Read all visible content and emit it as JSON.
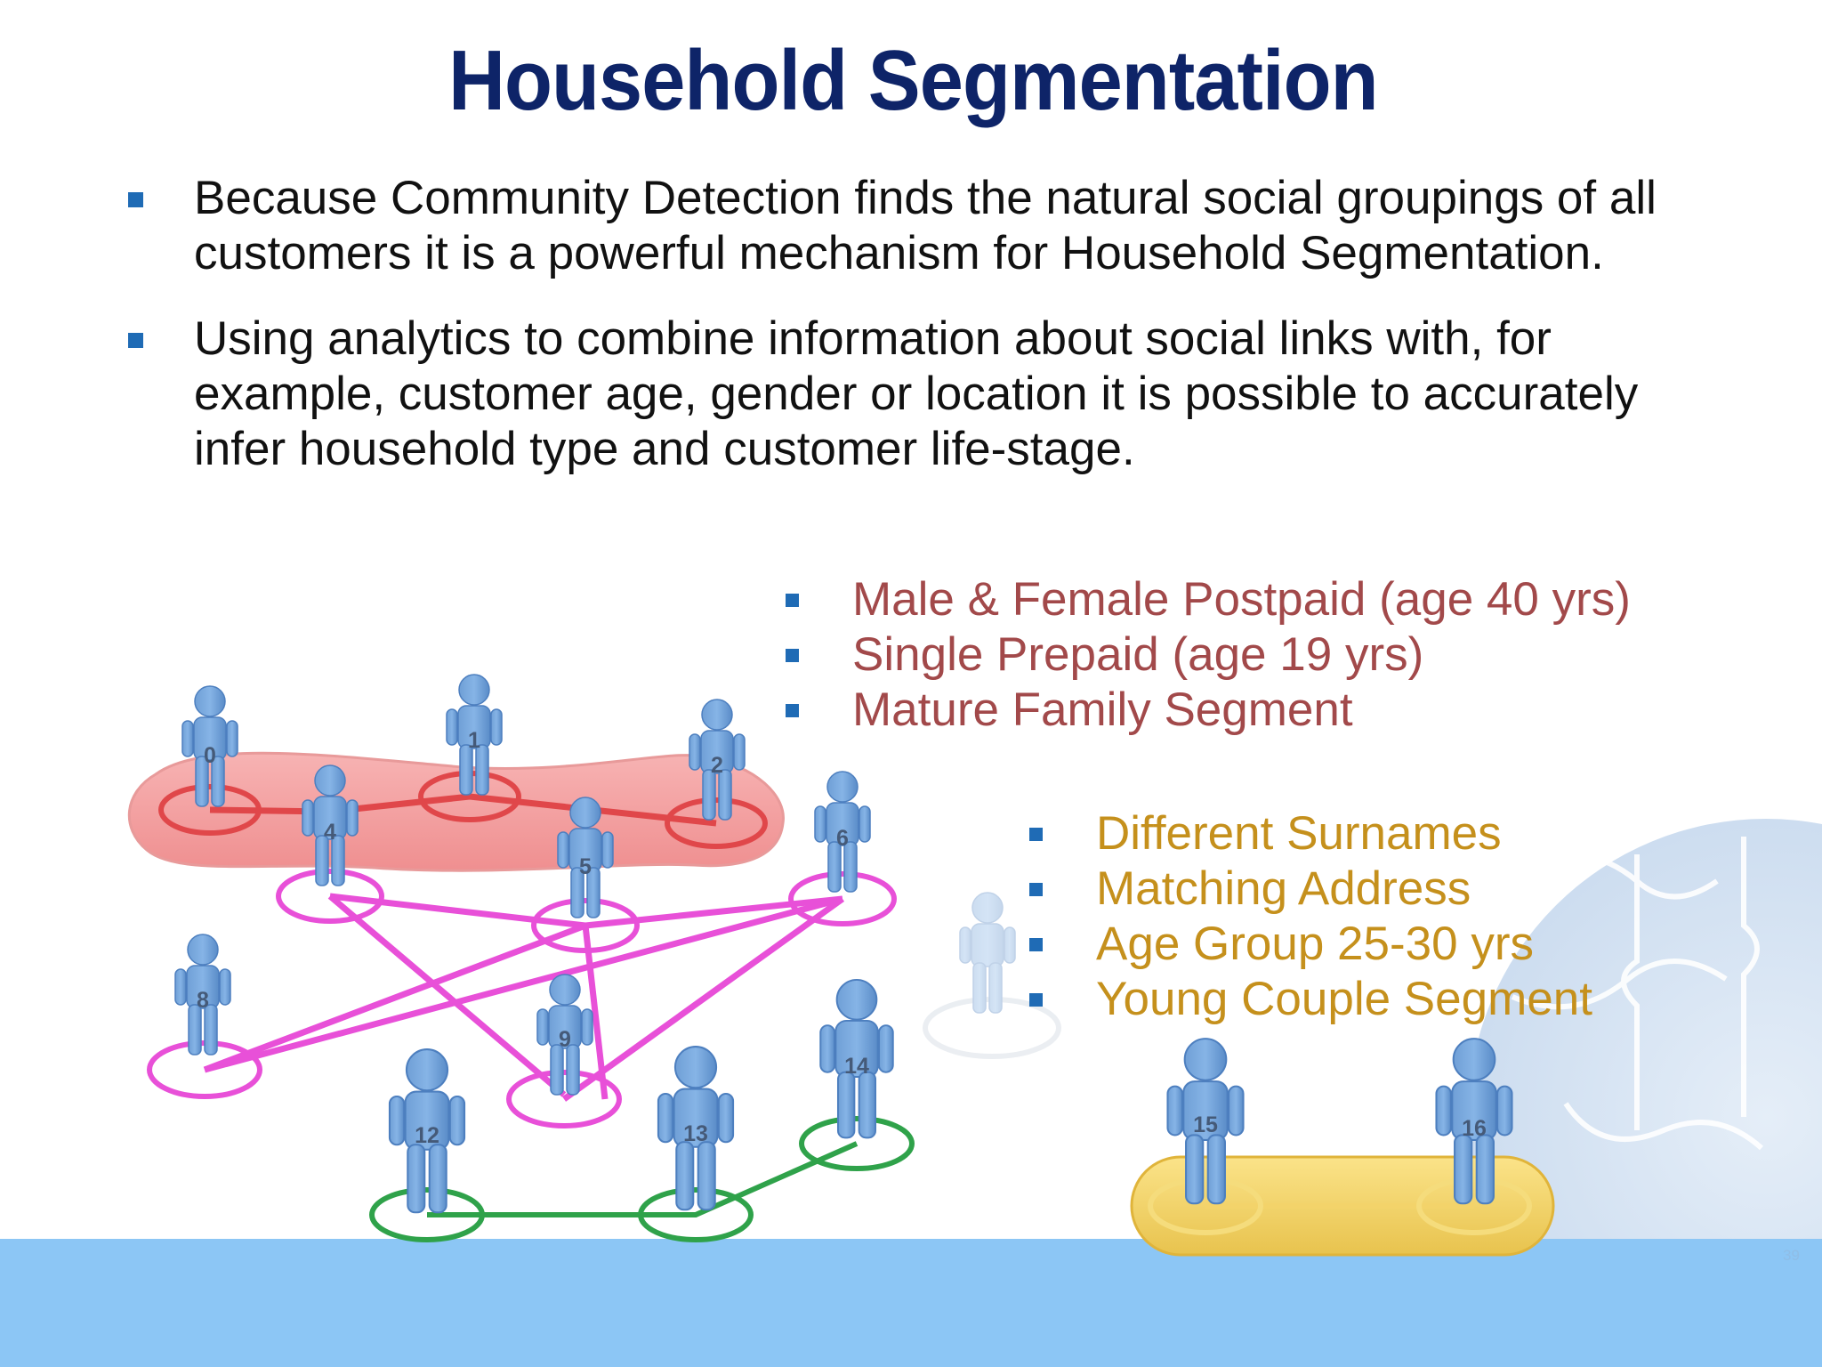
{
  "title": "Household Segmentation",
  "bullets": [
    "Because Community Detection finds the natural social groupings of all customers it is a powerful mechanism for Household Segmentation.",
    "Using analytics to combine information about social links with, for example, customer age, gender or location it is possible to accurately infer household type and customer life-stage."
  ],
  "segment_red": {
    "color": "#a2494a",
    "items": [
      "Male & Female Postpaid (age 40 yrs)",
      "Single Prepaid (age 19 yrs)",
      "Mature Family Segment"
    ]
  },
  "segment_gold": {
    "color": "#c5901c",
    "items": [
      "Different Surnames",
      "Matching Address",
      "Age Group 25-30 yrs",
      "Young Couple Segment"
    ]
  },
  "network": {
    "people": [
      "0",
      "1",
      "2",
      "4",
      "5",
      "6",
      "8",
      "9",
      "12",
      "13",
      "14",
      "15",
      "16"
    ],
    "link_colors": {
      "red": "#e0474a",
      "magenta": "#e850d8",
      "green": "#2fa24a",
      "gold": "#f0c94a"
    }
  },
  "page_number": "39"
}
